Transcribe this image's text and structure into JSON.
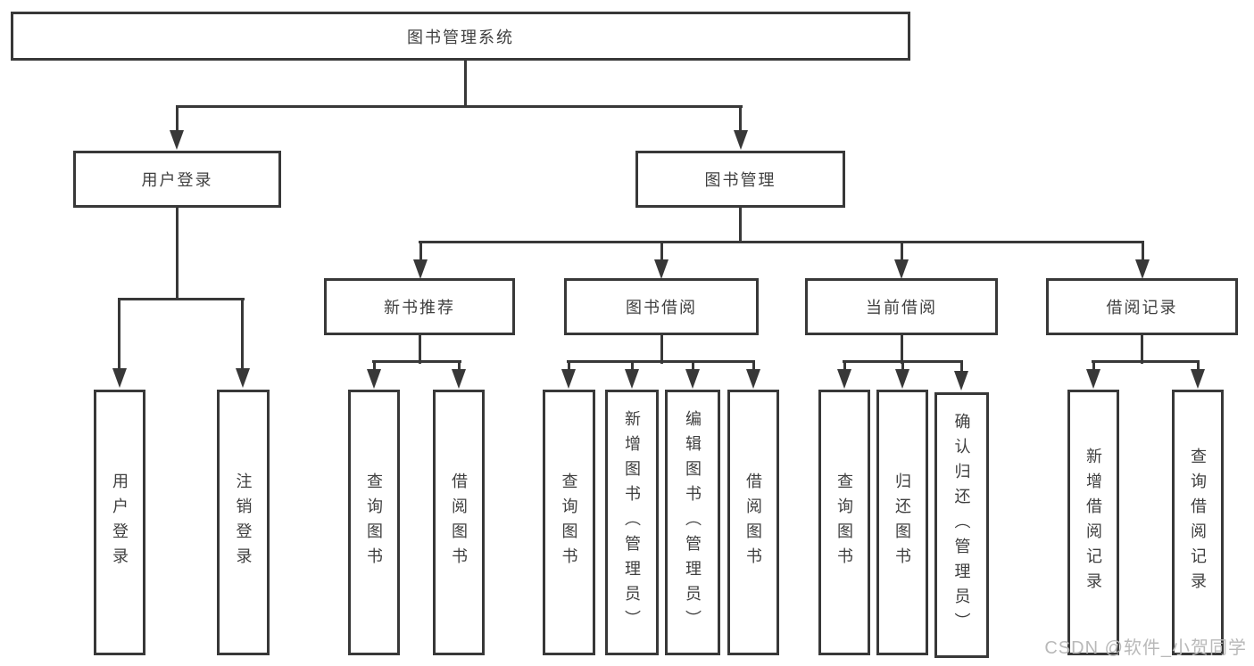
{
  "diagram": {
    "root": {
      "label": "图书管理系统"
    },
    "level1": [
      {
        "label": "用户登录"
      },
      {
        "label": "图书管理"
      }
    ],
    "level2": [
      {
        "label": "新书推荐"
      },
      {
        "label": "图书借阅"
      },
      {
        "label": "当前借阅"
      },
      {
        "label": "借阅记录"
      }
    ],
    "leaves": {
      "user": [
        "用户登录",
        "注销登录"
      ],
      "newbook": [
        "查询图书",
        "借阅图书"
      ],
      "borrow": [
        "查询图书",
        "新增图书（管理员）",
        "编辑图书（管理员）",
        "借阅图书"
      ],
      "current": [
        "查询图书",
        "归还图书",
        "确认归还（管理员）"
      ],
      "records": [
        "新增借阅记录",
        "查询借阅记录"
      ]
    }
  },
  "watermark": {
    "text": "CSDN @软件_小贺同学"
  },
  "colors": {
    "line": "#383838",
    "text": "#3f3f3f",
    "watermark": "#b9b9b9",
    "background": "#ffffff"
  }
}
